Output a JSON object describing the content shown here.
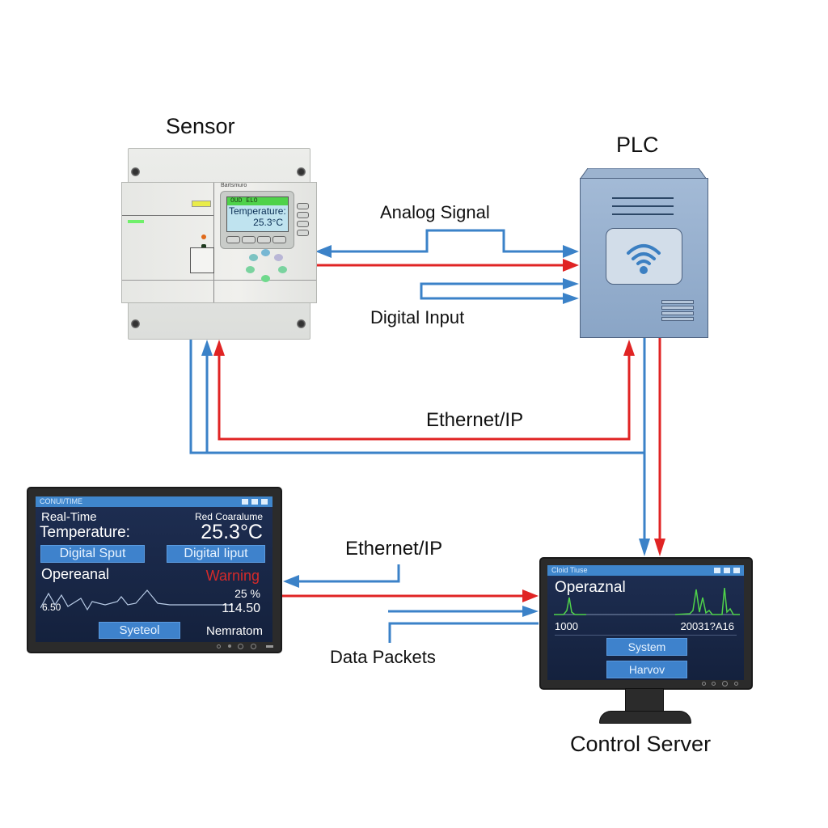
{
  "diagram": {
    "nodes": {
      "sensor": {
        "label": "Sensor",
        "device": {
          "brand": "Bartsmuro",
          "lcd_header": "OUD  ELO",
          "lcd_line1": "Temperature:",
          "lcd_value": "25.3°C"
        }
      },
      "plc": {
        "label": "PLC",
        "icon": "wifi-icon"
      },
      "left_monitor": {
        "titlebar": "CONUI/TIME",
        "realtime_label": "Real-Time",
        "temperature_label": "Temperature:",
        "right_caption": "Red Coaralume",
        "temperature_value": "25.3°C",
        "button_left": "Digital Sput",
        "button_right": "Digital Iiput",
        "status": "Opereanal",
        "warning": "Warning",
        "graph_axis_label": "6.50",
        "percent": "25 %",
        "reading": "114.50",
        "system_button": "Syeteol",
        "footer_text": "Nemratom"
      },
      "control_server": {
        "label": "Control Server",
        "titlebar": "Cloid Tiuse",
        "status": "Operaznal",
        "axis_left": "1000",
        "axis_right": "20031?A16",
        "button_system": "System",
        "button_second": "Harvov"
      }
    },
    "connections": {
      "analog_signal": "Analog Signal",
      "digital_input": "Digital Input",
      "ethernet_ip_upper": "Ethernet/IP",
      "ethernet_ip_lower": "Ethernet/IP",
      "data_packets": "Data Packets"
    },
    "colors": {
      "blue_line": "#3b82c8",
      "red_line": "#e02424",
      "screen_bg": "#1a2a4a",
      "screen_button": "#3e82cc",
      "warning": "#d42a2a",
      "graph_green": "#4fd24a"
    }
  }
}
